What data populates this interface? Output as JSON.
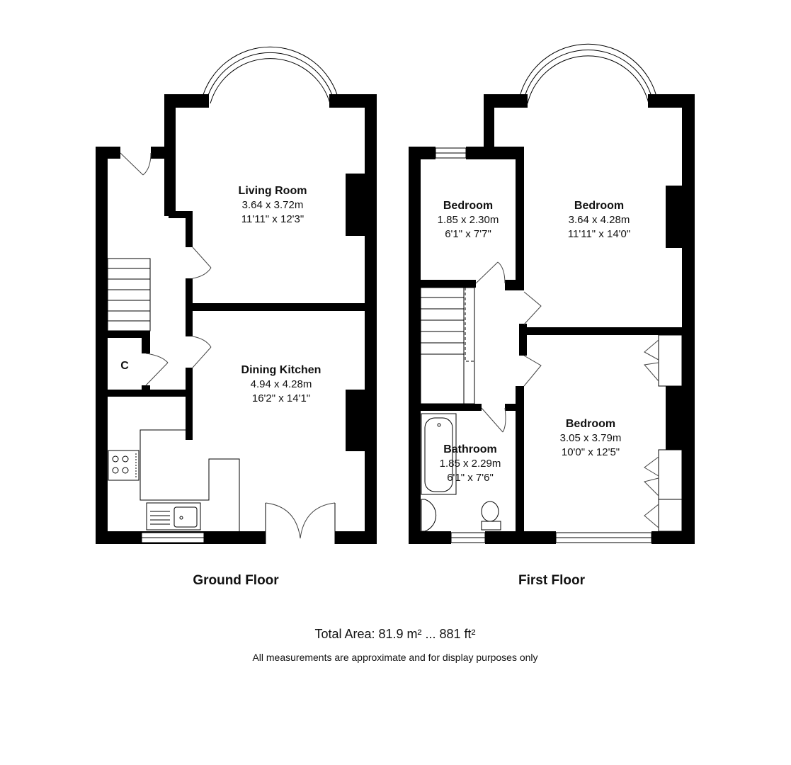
{
  "ground_floor": {
    "title": "Ground Floor",
    "rooms": [
      {
        "name": "Living Room",
        "metric": "3.64 x 3.72m",
        "imperial": "11'11\" x 12'3\""
      },
      {
        "name": "Dining Kitchen",
        "metric": "4.94 x 4.28m",
        "imperial": "16'2\" x 14'1\""
      }
    ],
    "cupboard_label": "C"
  },
  "first_floor": {
    "title": "First Floor",
    "rooms": [
      {
        "name": "Bedroom",
        "metric": "1.85 x 2.30m",
        "imperial": "6'1\" x 7'7\""
      },
      {
        "name": "Bedroom",
        "metric": "3.64 x 4.28m",
        "imperial": "11'11\" x 14'0\""
      },
      {
        "name": "Bedroom",
        "metric": "3.05 x 3.79m",
        "imperial": "10'0\" x 12'5\""
      },
      {
        "name": "Bathroom",
        "metric": "1.85 x 2.29m",
        "imperial": "6'1\" x 7'6\""
      }
    ]
  },
  "total_area": "Total Area: 81.9 m² ... 881 ft²",
  "disclaimer": "All measurements are approximate and for display purposes only",
  "colors": {
    "wall": "#000000",
    "background": "#ffffff"
  }
}
